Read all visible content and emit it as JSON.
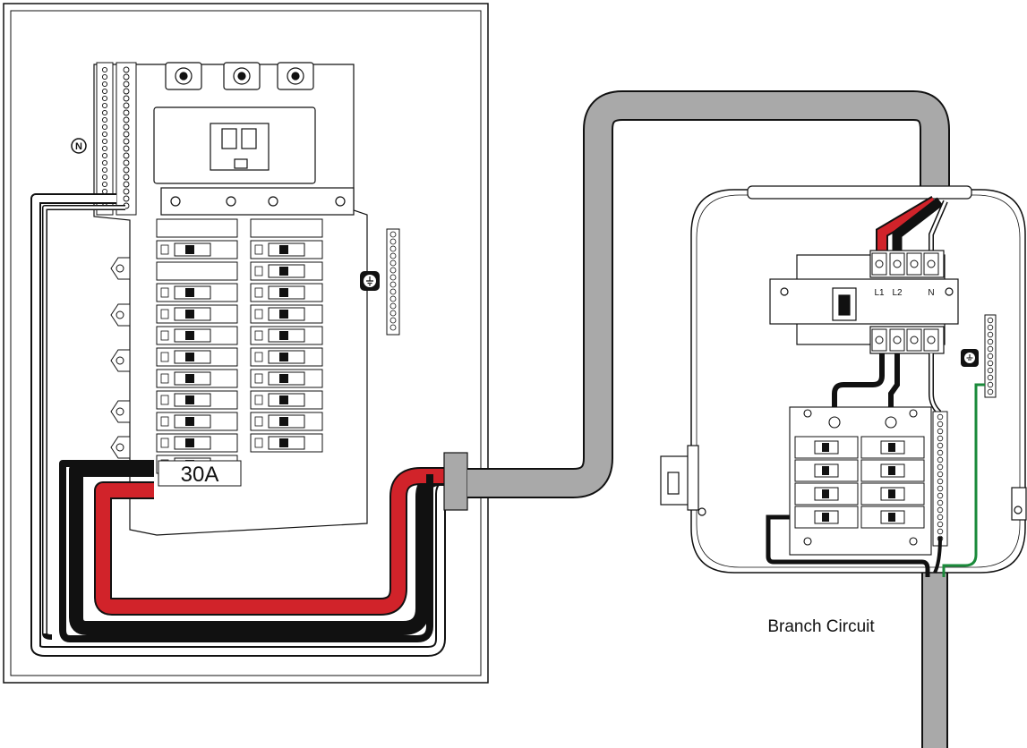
{
  "diagram": {
    "breaker_label": "30A",
    "neutral_symbol": "N",
    "terminal_labels": {
      "l1": "L1",
      "l2": "L2",
      "n": "N"
    },
    "branch_label": "Branch Circuit",
    "ground_symbol": "⏚"
  },
  "colors": {
    "hot_black": "#111111",
    "hot_red": "#d1232a",
    "conduit": "#a9a9a9",
    "ground_green": "#1a8a3a",
    "outline": "#111111"
  }
}
